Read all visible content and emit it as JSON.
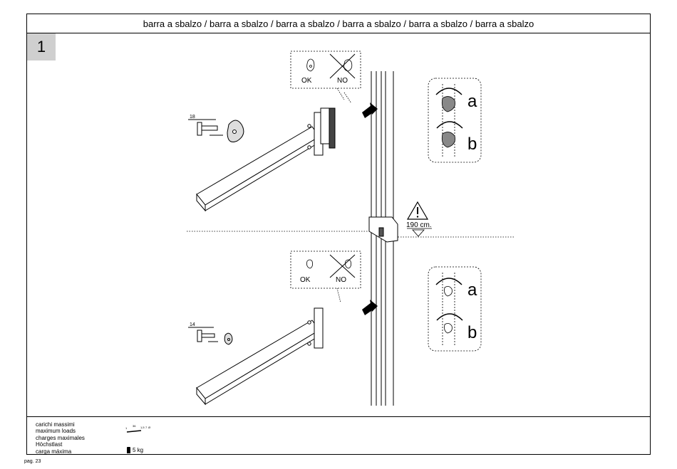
{
  "header": {
    "title": "barra a sbalzo / barra a sbalzo / barra a sbalzo / barra a sbalzo / barra a sbalzo / barra a sbalzo"
  },
  "step": {
    "number": "1"
  },
  "top_detail": {
    "ok_label": "OK",
    "no_label": "NO",
    "bolt_length": "18"
  },
  "bottom_detail": {
    "ok_label": "OK",
    "no_label": "NO",
    "bolt_length": "14"
  },
  "rotation": {
    "a_label": "a",
    "b_label": "b"
  },
  "height_marker": {
    "label": "190 cm."
  },
  "footer": {
    "loads": [
      "carichi massimi",
      "maximum loads",
      "charges maximales",
      "Höchstlast",
      "carga máxima"
    ],
    "dimension_labels": [
      "1",
      "36",
      "1,5",
      "7",
      "Ø"
    ],
    "weight": "5 kg"
  },
  "page": {
    "number": "pag. 23"
  },
  "icons": [
    "warning-triangle-icon",
    "weight-bag-icon",
    "rotate-arrow-icon"
  ]
}
